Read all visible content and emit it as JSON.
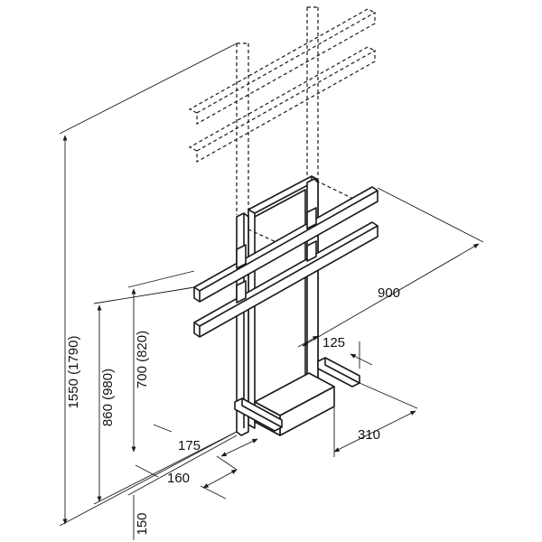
{
  "dimensions": {
    "total_height": "1550 (1790)",
    "height_860": "860 (980)",
    "height_700": "700 (820)",
    "width_900": "900",
    "depth_125": "125",
    "depth_310": "310",
    "dim_175": "175",
    "dim_160": "160",
    "dim_150": "150"
  },
  "colors": {
    "line": "#1a1a1a",
    "background": "#ffffff",
    "shade": "#d9d9d9"
  }
}
